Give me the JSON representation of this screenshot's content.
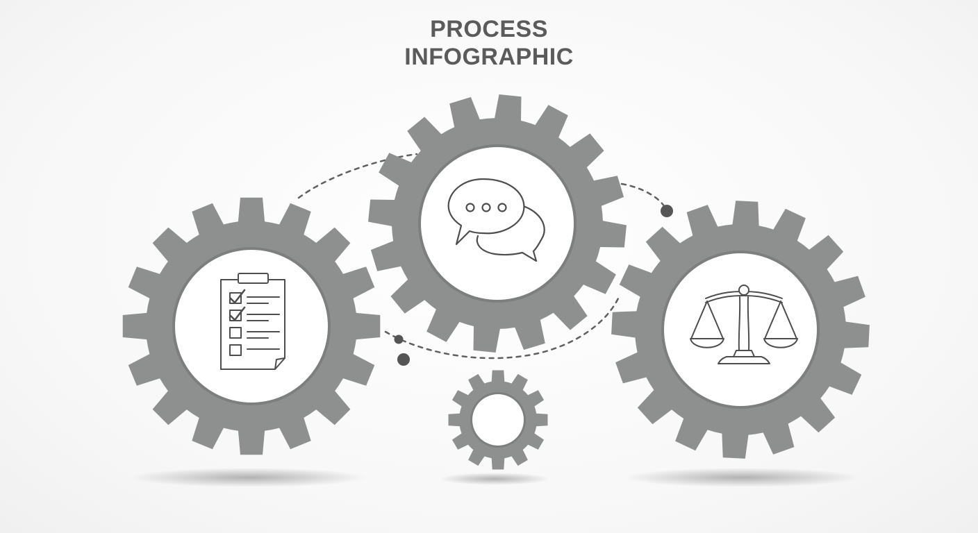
{
  "title": {
    "line1": "PROCESS",
    "line2": "INFOGRAPHIC"
  },
  "colors": {
    "gear": "#8e9090",
    "gear_shadow": "#7a7c7c",
    "center": "#ffffff",
    "icon_stroke": "#4d4d4d",
    "connector": "#5f5f5f"
  },
  "gears": [
    {
      "id": "left",
      "icon": "checklist-icon"
    },
    {
      "id": "middle",
      "icon": "chat-bubbles-icon"
    },
    {
      "id": "right",
      "icon": "balance-scale-icon"
    },
    {
      "id": "small",
      "icon": ""
    }
  ]
}
